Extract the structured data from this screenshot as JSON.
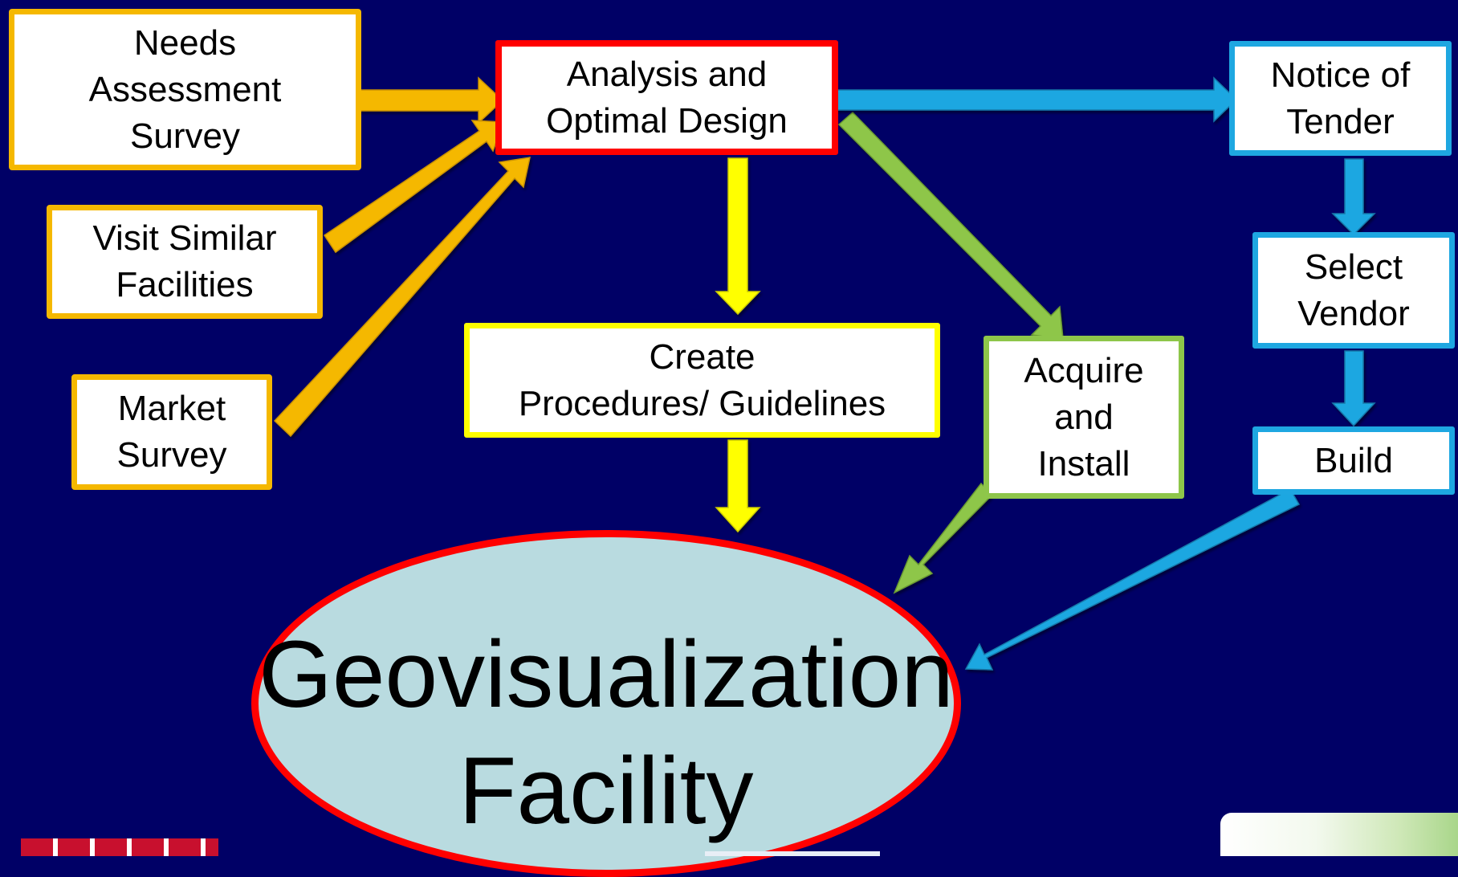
{
  "colors": {
    "background": "#000066",
    "orange": "#f5b800",
    "red": "#ff0000",
    "yellow": "#ffff00",
    "green": "#8ec64a",
    "blue": "#1ea7e1",
    "facility_fill": "#b9dbe0"
  },
  "boxes": {
    "needs_assessment": [
      "Needs",
      "Assessment",
      "Survey"
    ],
    "visit_similar": [
      "Visit Similar",
      "Facilities"
    ],
    "market_survey": [
      "Market",
      "Survey"
    ],
    "analysis_design": [
      "Analysis and",
      "Optimal Design"
    ],
    "create_procedures": [
      "Create",
      "Procedures/ Guidelines"
    ],
    "acquire_install": [
      "Acquire",
      "and",
      "Install"
    ],
    "notice_tender": [
      "Notice of",
      "Tender"
    ],
    "select_vendor": [
      "Select",
      "Vendor"
    ],
    "build": [
      "Build"
    ]
  },
  "target": {
    "lines": [
      "Geovisualization",
      "Facility"
    ]
  }
}
